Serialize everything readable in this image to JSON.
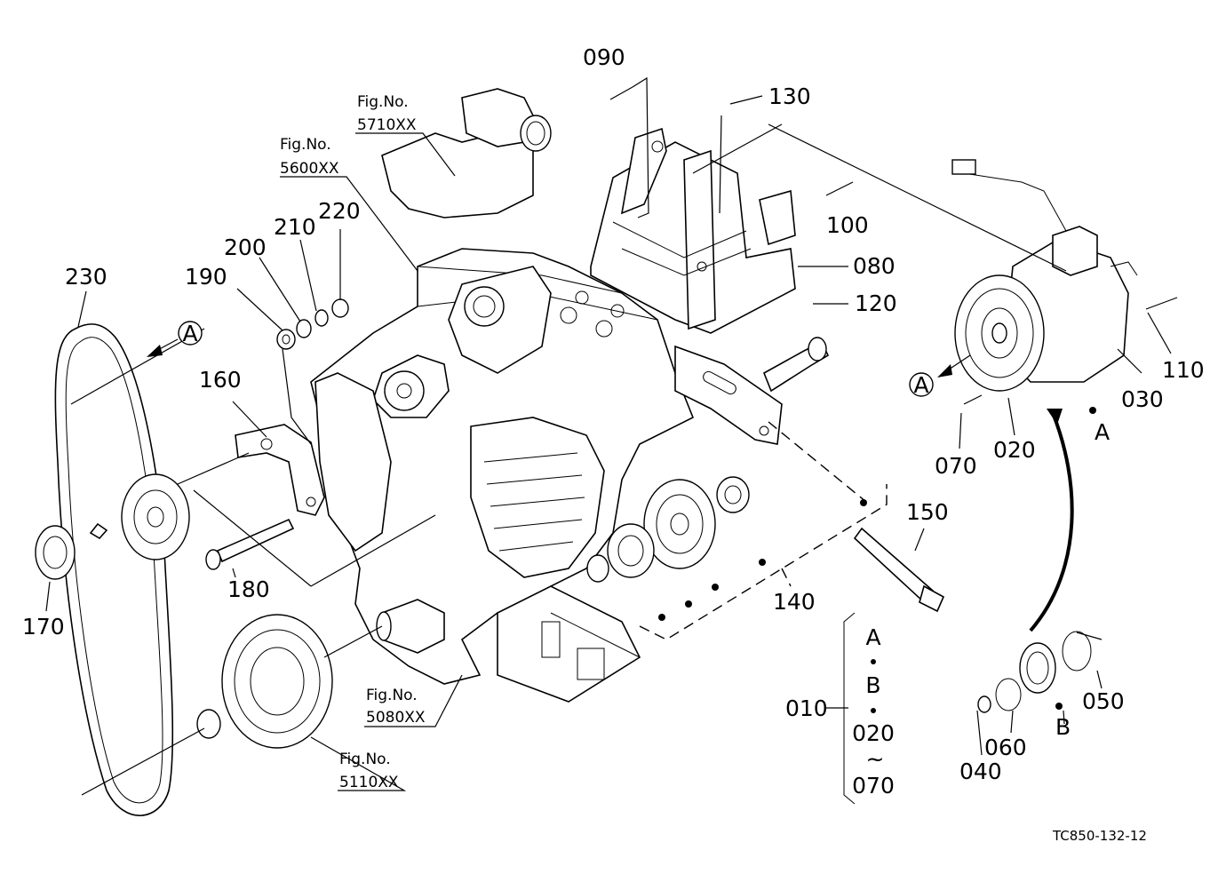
{
  "diagram": {
    "drawing_code": "TC850-132-12",
    "part_labels": {
      "p010": "010",
      "p020": "020",
      "p030": "030",
      "p040": "040",
      "p050": "050",
      "p060": "060",
      "p070": "070",
      "p080": "080",
      "p090": "090",
      "p100": "100",
      "p110": "110",
      "p120": "120",
      "p130": "130",
      "p140": "140",
      "p150": "150",
      "p160": "160",
      "p170": "170",
      "p180": "180",
      "p190": "190",
      "p200": "200",
      "p210": "210",
      "p220": "220",
      "p230": "230"
    },
    "fig_refs": {
      "f5710": {
        "prefix": "Fig.No.",
        "number": "5710XX"
      },
      "f5600": {
        "prefix": "Fig.No.",
        "number": "5600XX"
      },
      "f5080": {
        "prefix": "Fig.No.",
        "number": "5080XX"
      },
      "f5110": {
        "prefix": "Fig.No.",
        "number": "5110XX"
      }
    },
    "markers": {
      "a_belt": "A",
      "a_compressor": "A",
      "a_group": "A",
      "b_group": "B",
      "b_pulley": "B",
      "range_start": "020",
      "range_sep": "~",
      "range_end": "070"
    }
  }
}
